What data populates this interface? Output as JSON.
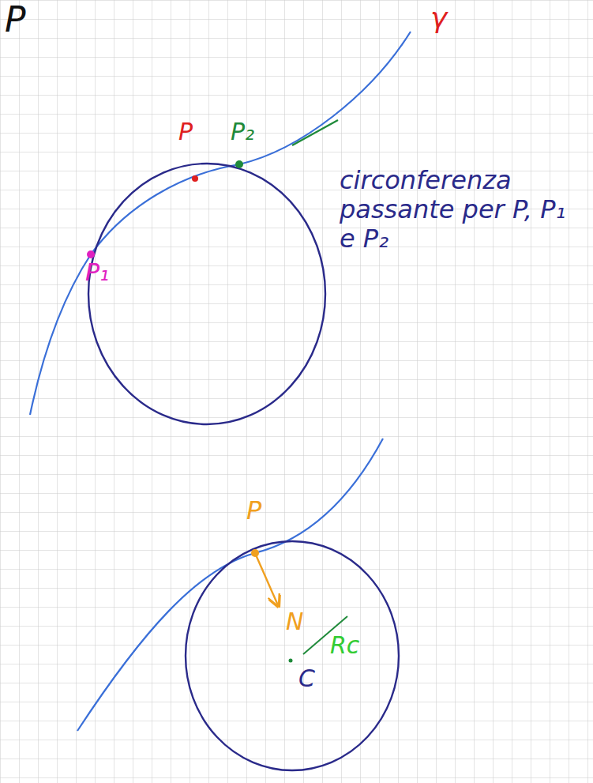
{
  "diagram": {
    "labels": [
      "P",
      "γ",
      "P",
      "P₂",
      "P₁",
      "circonferenza passante per P, P₁ e P₂",
      "P",
      "N",
      "C",
      "Rc"
    ]
  }
}
